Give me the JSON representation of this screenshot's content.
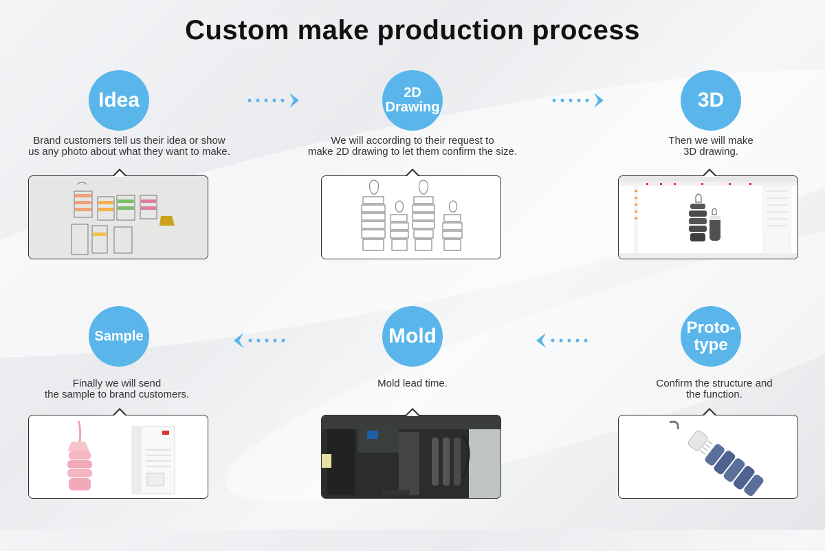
{
  "title": "Custom make production process",
  "steps": [
    {
      "label": "Idea",
      "desc": "Brand customers tell us their idea or show\nus any photo about what they want to make."
    },
    {
      "label": "2D\nDrawing",
      "desc": "We will according to their request to\nmake 2D drawing to let them confirm the size."
    },
    {
      "label": "3D",
      "desc": "Then we will make\n3D drawing."
    },
    {
      "label": "Proto-\ntype",
      "desc": "Confirm the structure and\nthe function."
    },
    {
      "label": "Mold",
      "desc": "Mold lead time."
    },
    {
      "label": "Sample",
      "desc": "Finally we will send\nthe sample to brand customers."
    }
  ],
  "colors": {
    "accent": "#5ab6ea",
    "text": "#333333",
    "title": "#111111"
  }
}
